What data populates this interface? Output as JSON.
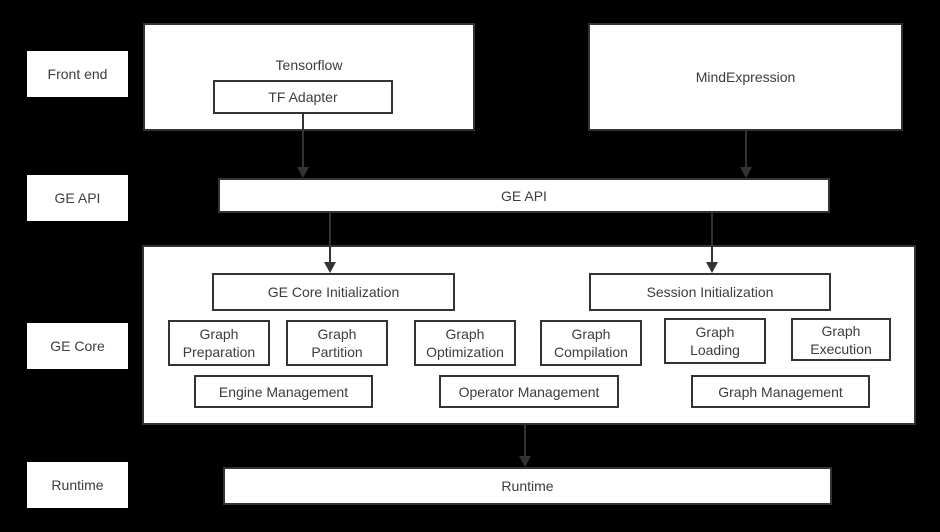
{
  "side_labels": [
    {
      "label": "Front end"
    },
    {
      "label": "GE API"
    },
    {
      "label": "GE Core"
    },
    {
      "label": "Runtime"
    }
  ],
  "front_end": {
    "tensorflow_label": "Tensorflow",
    "tf_adapter_label": "TF Adapter",
    "mind_expression_label": "MindExpression"
  },
  "ge_api": {
    "label": "GE API"
  },
  "ge_core": {
    "initialization": [
      {
        "label": "GE Core Initialization"
      },
      {
        "label": "Session Initialization"
      }
    ],
    "stages": [
      {
        "line1": "Graph",
        "line2": "Preparation"
      },
      {
        "line1": "Graph",
        "line2": "Partition"
      },
      {
        "line1": "Graph",
        "line2": "Optimization"
      },
      {
        "line1": "Graph",
        "line2": "Compilation"
      },
      {
        "line1": "Graph",
        "line2": "Loading"
      },
      {
        "line1": "Graph",
        "line2": "Execution"
      }
    ],
    "management": [
      {
        "label": "Engine Management"
      },
      {
        "label": "Operator Management"
      },
      {
        "label": "Graph Management"
      }
    ]
  },
  "runtime": {
    "label": "Runtime"
  },
  "colors": {
    "background": "#000000",
    "box_fill": "#ffffff",
    "box_border": "#333333",
    "text": "#3d3d3d",
    "arrow": "#333333"
  }
}
